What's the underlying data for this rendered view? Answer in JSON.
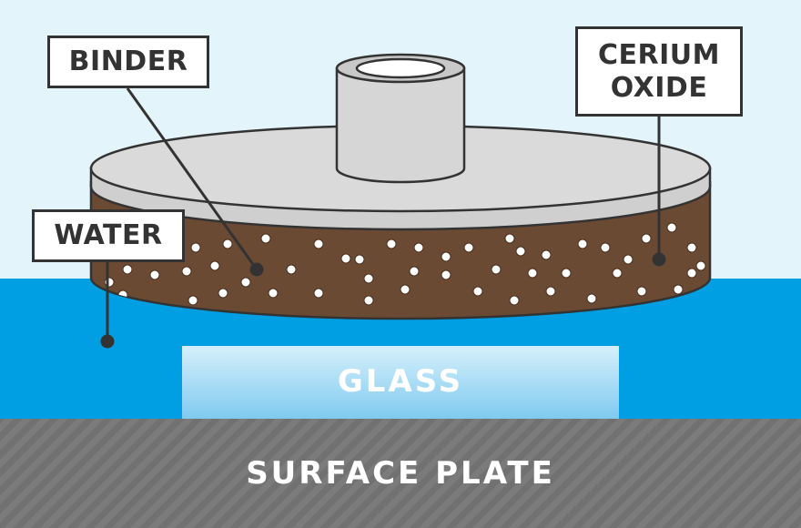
{
  "labels": {
    "binder": "BINDER",
    "water": "WATER",
    "cerium_line1": "CERIUM",
    "cerium_line2": "OXIDE",
    "glass": "GLASS",
    "surface_plate": "SURFACE PLATE"
  },
  "icons": {
    "pad": "polishing-pad-icon",
    "spindle": "spindle-icon"
  },
  "colors": {
    "sky": "#e3f4fb",
    "water": "#009ee2",
    "glass": "#a9dcf5",
    "plate": "#7a7a7a",
    "binder": "#6b4a33",
    "pad_top": "#dadada",
    "outline": "#333333"
  }
}
